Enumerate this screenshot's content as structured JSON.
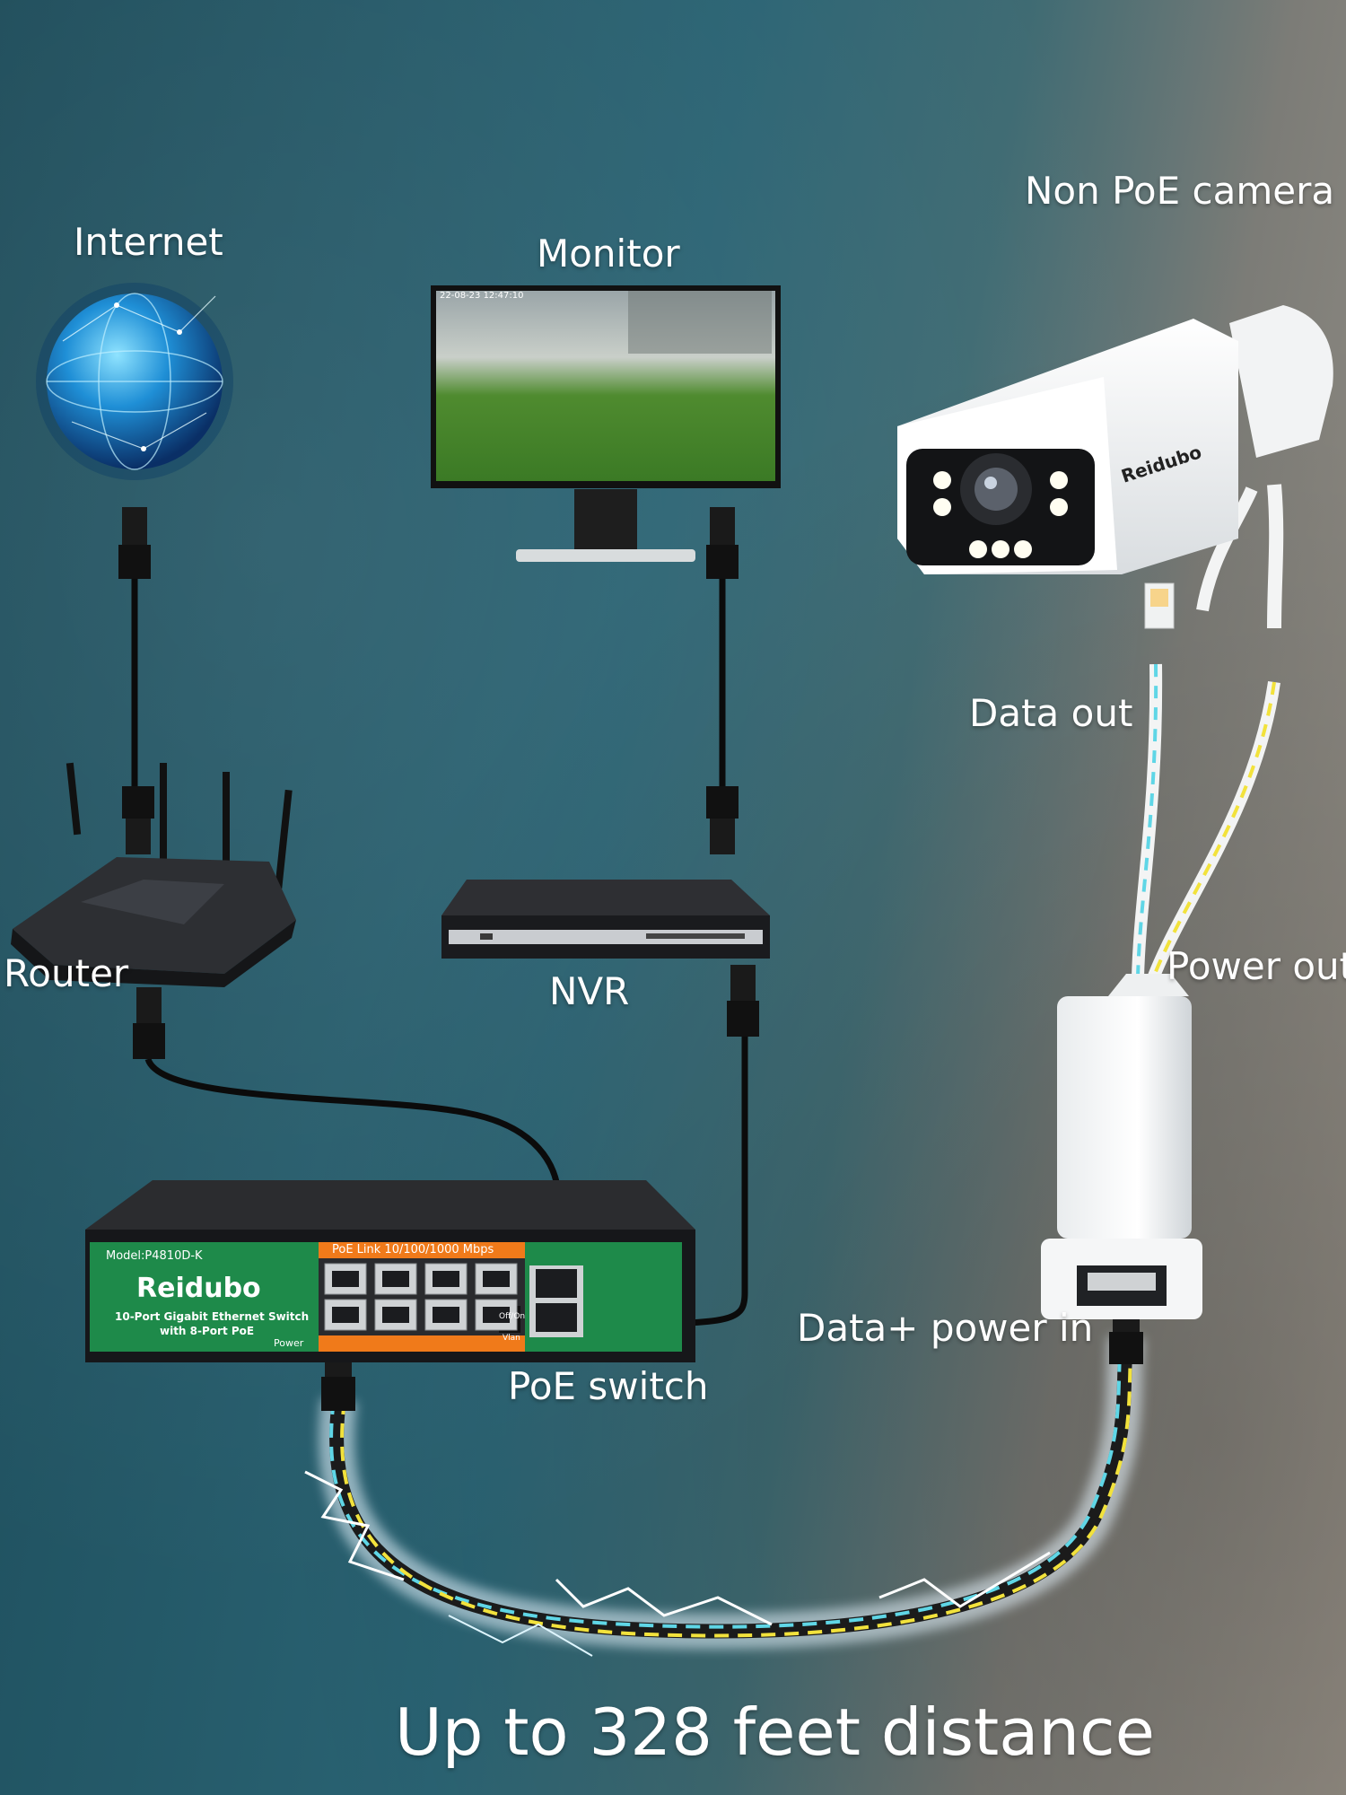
{
  "labels": {
    "internet": "Internet",
    "monitor": "Monitor",
    "non_poe_camera": "Non PoE camera",
    "router": "Router",
    "nvr": "NVR",
    "data_out": "Data out",
    "power_out": "Power out",
    "data_power_in": "Data+ power in",
    "poe_switch": "PoE switch",
    "distance": "Up to 328 feet distance"
  },
  "switch": {
    "model": "Model:P4810D-K",
    "brand": "Reidubo",
    "line1": "10-Port Gigabit Ethernet Switch",
    "line2": "with 8-Port PoE",
    "port_header": "PoE Link 10/100/1000 Mbps",
    "power_label": "Power",
    "toggle_label_1": "Off/On",
    "toggle_label_2": "Vlan"
  },
  "camera": {
    "brand": "Reidubo"
  },
  "monitor_screen": {
    "timestamp": "22-08-23 12:47:10"
  },
  "colors": {
    "switch_green": "#1e8a4a",
    "switch_orange": "#f07a1a",
    "data_dash": "#5fd6e6",
    "power_dash": "#f2e23c"
  }
}
